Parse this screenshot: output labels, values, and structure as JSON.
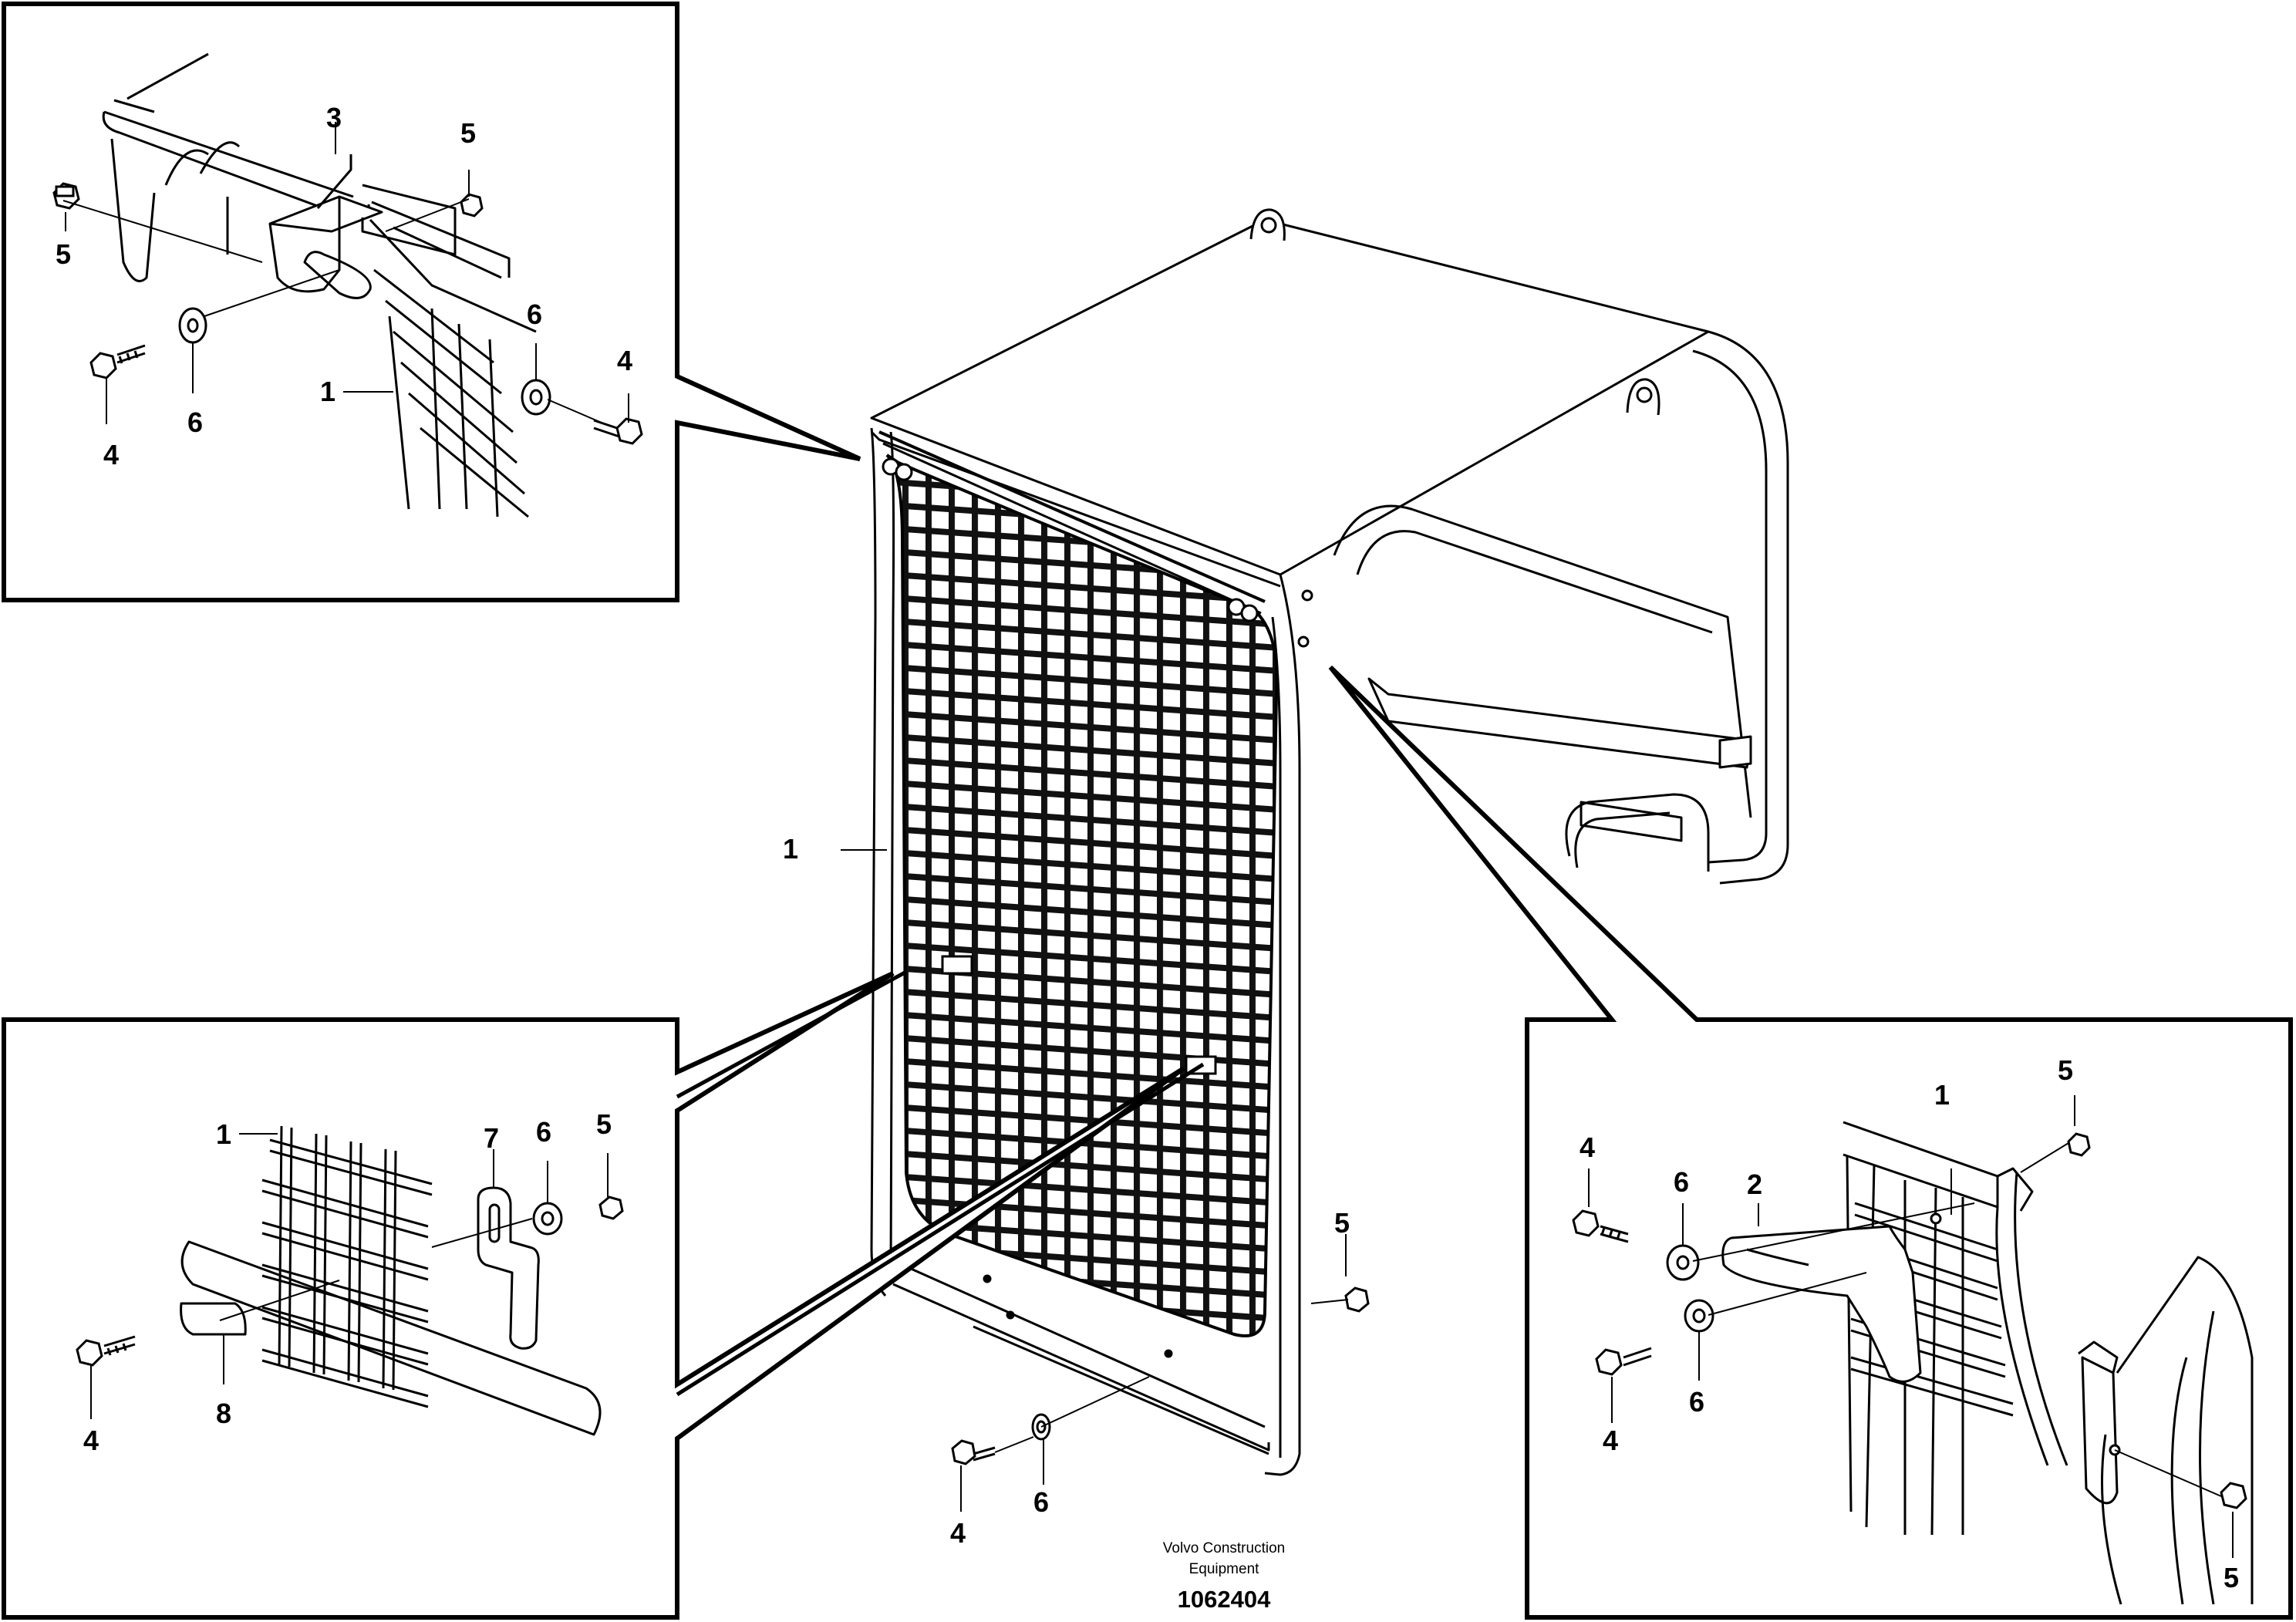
{
  "callouts": {
    "top_left": {
      "label_3": "3",
      "label_5a": "5",
      "label_5b": "5",
      "label_6a": "6",
      "label_6b": "6",
      "label_4a": "4",
      "label_4b": "4",
      "label_1": "1"
    },
    "main": {
      "label_1": "1",
      "label_5": "5",
      "label_6": "6",
      "label_4": "4"
    },
    "bottom_left": {
      "label_1": "1",
      "label_7": "7",
      "label_6": "6",
      "label_5": "5",
      "label_4": "4",
      "label_8": "8"
    },
    "bottom_right": {
      "label_1": "1",
      "label_5a": "5",
      "label_4a": "4",
      "label_6a": "6",
      "label_2": "2",
      "label_4b": "4",
      "label_6b": "6",
      "label_5b": "5"
    }
  },
  "footer": {
    "brand_line1": "Volvo Construction",
    "brand_line2": "Equipment",
    "document_number": "1062404"
  }
}
